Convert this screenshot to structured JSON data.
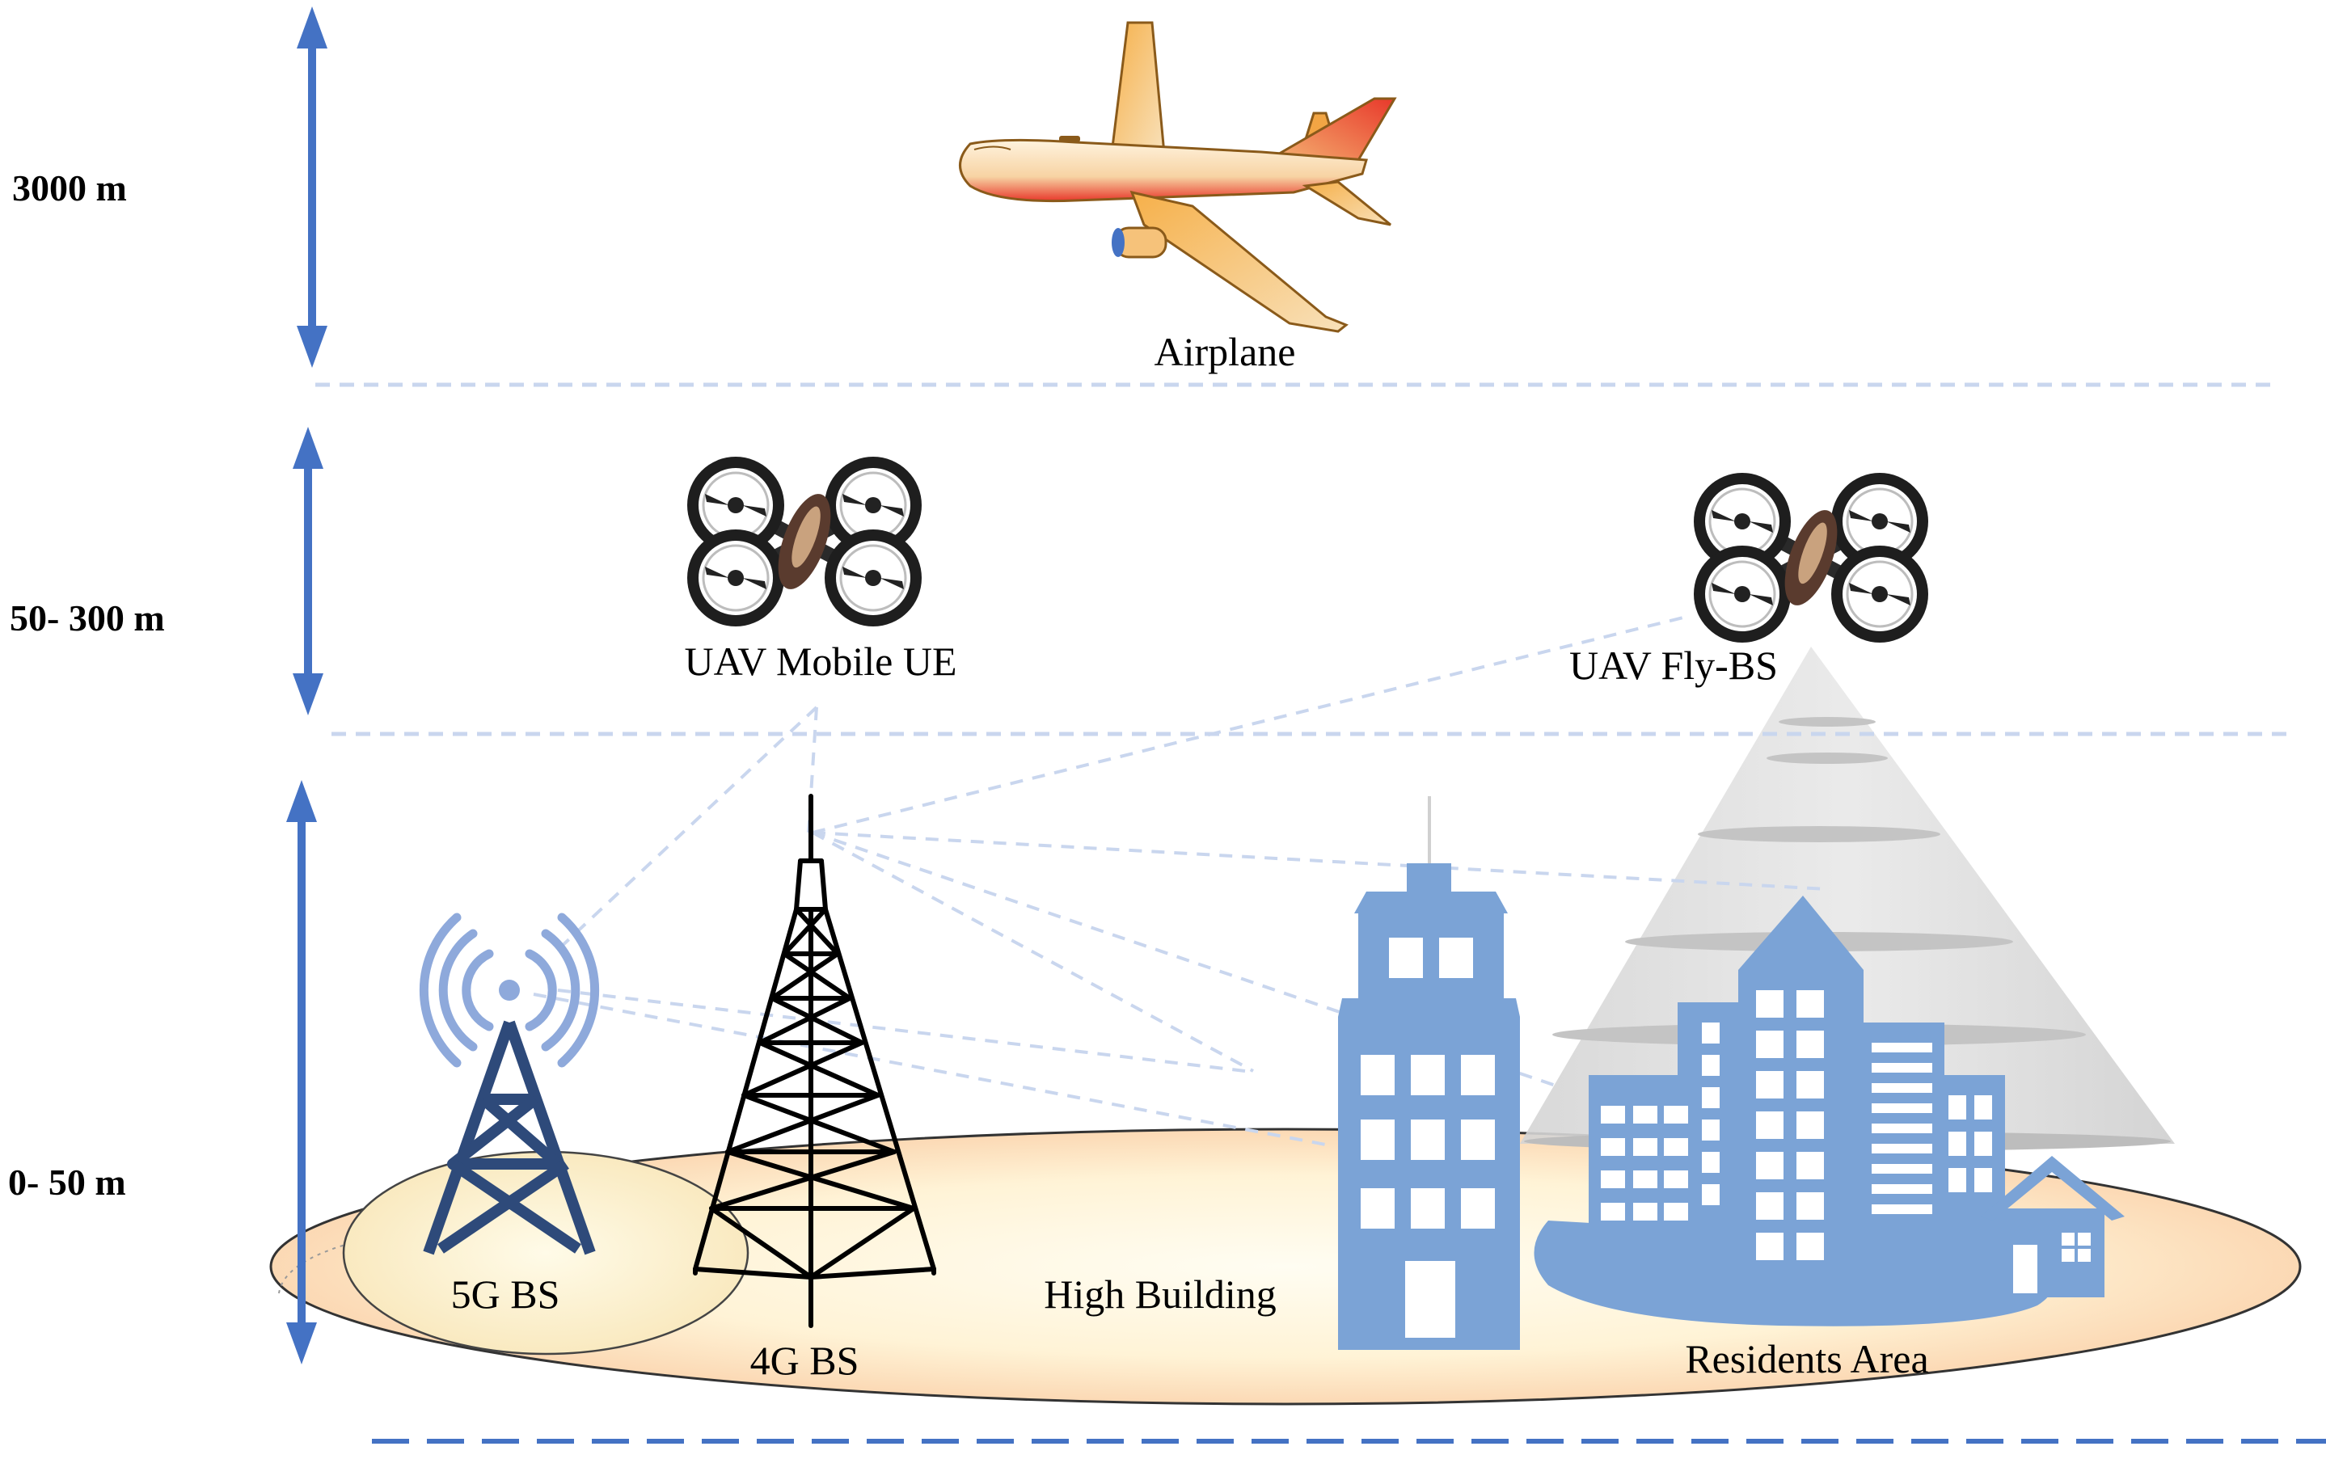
{
  "altitude_layers": [
    {
      "label": "3000 m"
    },
    {
      "label": "50- 300 m"
    },
    {
      "label": "0- 50 m"
    }
  ],
  "objects": {
    "airplane": "Airplane",
    "uav_mobile_ue": "UAV Mobile UE",
    "uav_fly_bs": "UAV Fly-BS",
    "bs_5g": "5G BS",
    "bs_4g": "4G BS",
    "high_building": "High Building",
    "residents_area": "Residents Area"
  },
  "colors": {
    "arrow": "#4472C4",
    "divider": "#C9D6EE",
    "link": "#C9D6EE",
    "building": "#7BA3D6",
    "tower_5g": "#2E4A7A",
    "signal": "#8EA9DB",
    "plane_accent": "#E8392B"
  }
}
